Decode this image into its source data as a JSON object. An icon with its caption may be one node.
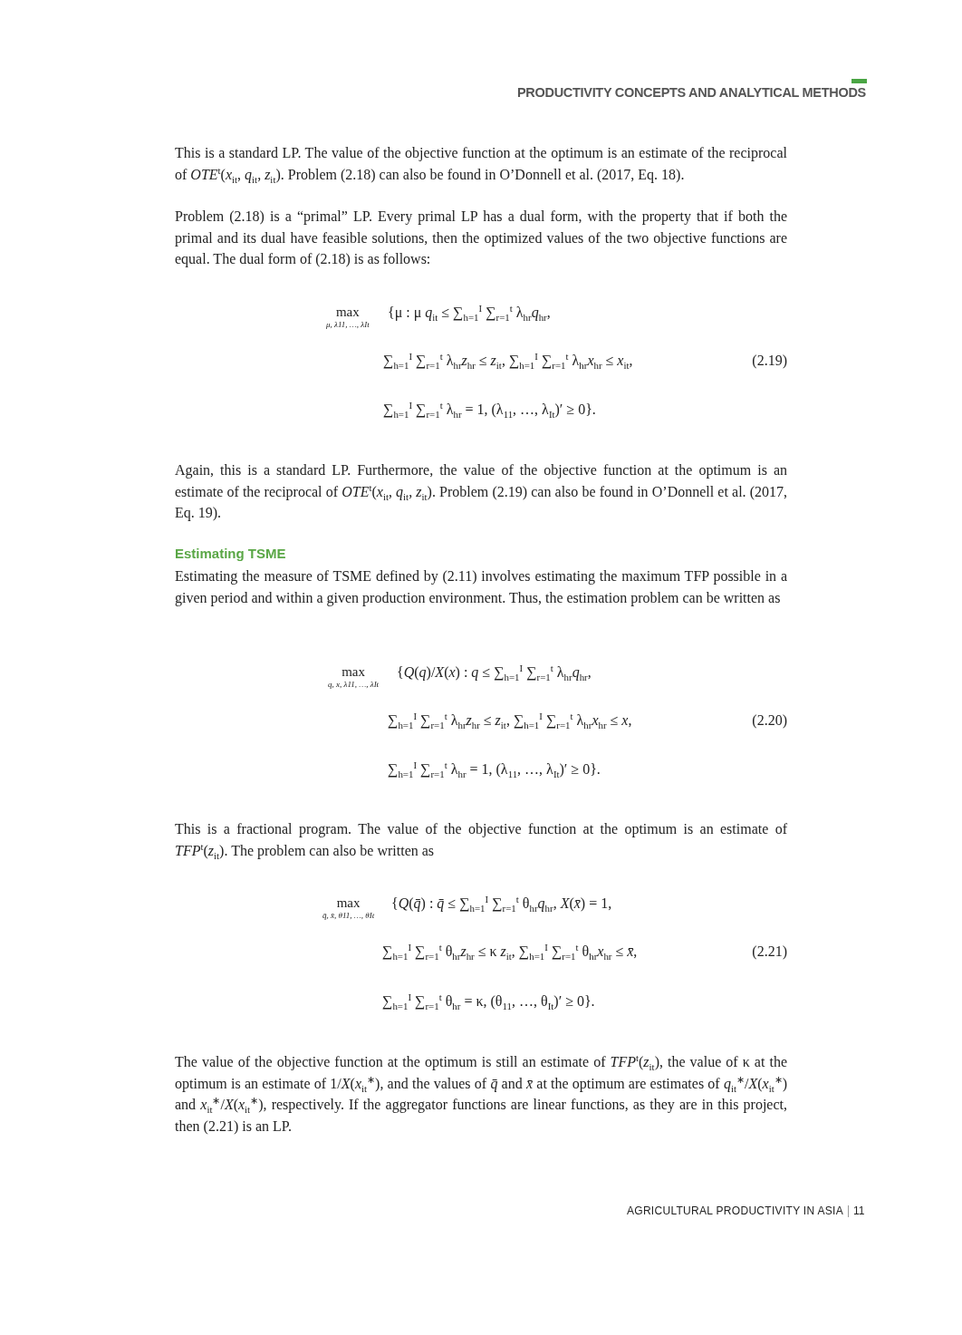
{
  "diagram": {
    "labels": [
      "PRODUCTIVITY CONCEPTS AND ANALYTICAL METHODS",
      "This is a standard LP. The value of the objective function at the optimum is an estimate of the reciprocal of *OTE*$^{t}$(*x*$_{it}$, *q*$_{it}$, *z*$_{it}$). Problem (2.18) can also be found in O’Donnell et al. (2017, Eq. 18).",
      "Problem (2.18) is a “primal” LP. Every primal LP has a dual form, with the property that if both the primal and its dual have feasible solutions, then the optimized values of the two objective functions are equal. The dual form of (2.18) is as follows:",
      "max$_{μ, λ11, …, λIt}$",
      "{μ : μ *q*$_{it}$ ≤ ∑$_{h=1}$$^{I}$ ∑$_{r=1}$$^{t}$ λ$_{hr}$*q*$_{hr}$,",
      "∑$_{h=1}$$^{I}$ ∑$_{r=1}$$^{t}$ λ$_{hr}$*z*$_{hr}$ ≤ *z*$_{it}$, ∑$_{h=1}$$^{I}$ ∑$_{r=1}$$^{t}$ λ$_{hr}$*x*$_{hr}$ ≤ *x*$_{it}$,",
      "(2.19)",
      "∑$_{h=1}$$^{I}$ ∑$_{r=1}$$^{t}$ λ$_{hr}$ = 1,  (λ$_{11}$, …, λ$_{It}$)′ ≥ 0}.",
      "Again, this is a standard LP. Furthermore, the value of the objective function at the optimum is an estimate of the reciprocal of *OTE*$^{t}$(*x*$_{it}$, *q*$_{it}$, *z*$_{it}$). Problem (2.19) can also be found in O’Donnell et al. (2017, Eq. 19).",
      "Estimating TSME",
      "Estimating the measure of TSME defined by (2.11) involves estimating the maximum TFP possible in a given period and within a given production environment. Thus, the estimation problem can be written as",
      "max$_{q, x, λ11, …, λIt}$",
      "{*Q*(*q*)/*X*(*x*) : *q* ≤ ∑$_{h=1}$$^{I}$ ∑$_{r=1}$$^{t}$ λ$_{hr}$*q*$_{hr}$,",
      "∑$_{h=1}$$^{I}$ ∑$_{r=1}$$^{t}$ λ$_{hr}$*z*$_{hr}$ ≤ *z*$_{it}$, ∑$_{h=1}$$^{I}$ ∑$_{r=1}$$^{t}$ λ$_{hr}$*x*$_{hr}$ ≤ *x*,",
      "(2.20)",
      "∑$_{h=1}$$^{I}$ ∑$_{r=1}$$^{t}$ λ$_{hr}$ = 1,  (λ$_{11}$, …, λ$_{It}$)′ ≥ 0}.",
      "This is a fractional program. The value of the objective function at the optimum is an estimate of *TFP*$^{t}$(*z*$_{it}$). The problem can also be written as",
      "max$_{q̄, x̄, θ11, …, θIt}$",
      "{*Q*(*q̄*) : *q̄* ≤ ∑$_{h=1}$$^{I}$ ∑$_{r=1}$$^{t}$ θ$_{hr}$*q*$_{hr}$, *X*(*x̄*) = 1,",
      "∑$_{h=1}$$^{I}$ ∑$_{r=1}$$^{t}$ θ$_{hr}$*z*$_{hr}$ ≤ κ *z*$_{it}$, ∑$_{h=1}$$^{I}$ ∑$_{r=1}$$^{t}$ θ$_{hr}$*x*$_{hr}$ ≤ *x̄*,",
      "(2.21)",
      "∑$_{h=1}$$^{I}$ ∑$_{r=1}$$^{t}$ θ$_{hr}$ = κ, (θ$_{11}$, …, θ$_{It}$)′ ≥ 0}.",
      "The value of the objective function at the optimum is still an estimate of *TFP*$^{t}$(*z*$_{it}$), the value of κ at the optimum is an estimate of 1/*X*(*x*$_{it}$$^{∗}$), and the values of *q̄* and *x̄* at the optimum are estimates of *q*$_{it}$$^{∗}$/*X*(*x*$_{it}$$^{∗}$) and *x*$_{it}$$^{∗}$/*X*(*x*$_{it}$$^{∗}$), respectively. If the aggregator functions are linear functions, as they are in this project, then (2.21) is an LP.",
      "AGRICULTURAL PRODUCTIVITY IN ASIA",
      "11"
    ]
  }
}
